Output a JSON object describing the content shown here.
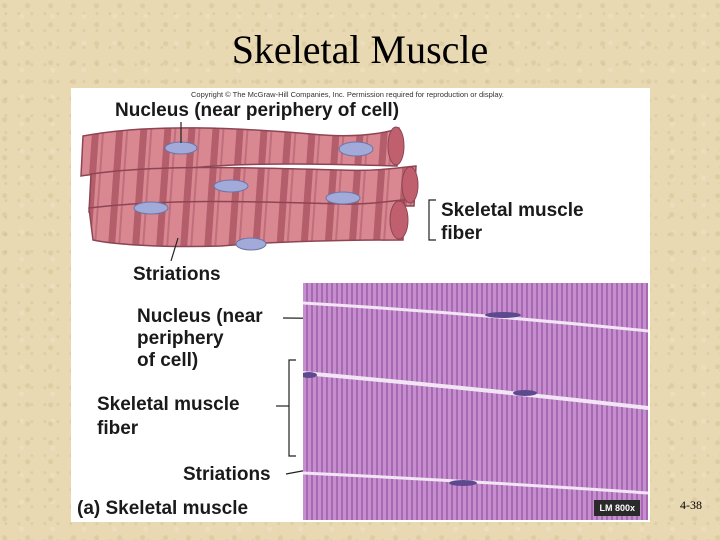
{
  "slide": {
    "title": "Skeletal Muscle",
    "page_number": "4-38"
  },
  "figure": {
    "copyright": "Copyright © The McGraw-Hill Companies, Inc. Permission required for reproduction or display.",
    "drawing_labels": {
      "nucleus": "Nucleus (near periphery of cell)",
      "fiber_line1": "Skeletal muscle",
      "fiber_line2": "fiber",
      "striations": "Striations"
    },
    "micrograph_labels": {
      "nucleus_line1": "Nucleus (near",
      "nucleus_line2": "periphery",
      "nucleus_line3": "of cell)",
      "fiber_line1": "Skeletal muscle",
      "fiber_line2": "fiber",
      "striations": "Striations",
      "caption": "(a) Skeletal muscle",
      "magnification": "LM 800x"
    },
    "colors": {
      "fiber": "#d57f8a",
      "fiber_stripe": "#b25a67",
      "nucleus": "#9fa8d8",
      "stain": "#b97ac2"
    }
  }
}
